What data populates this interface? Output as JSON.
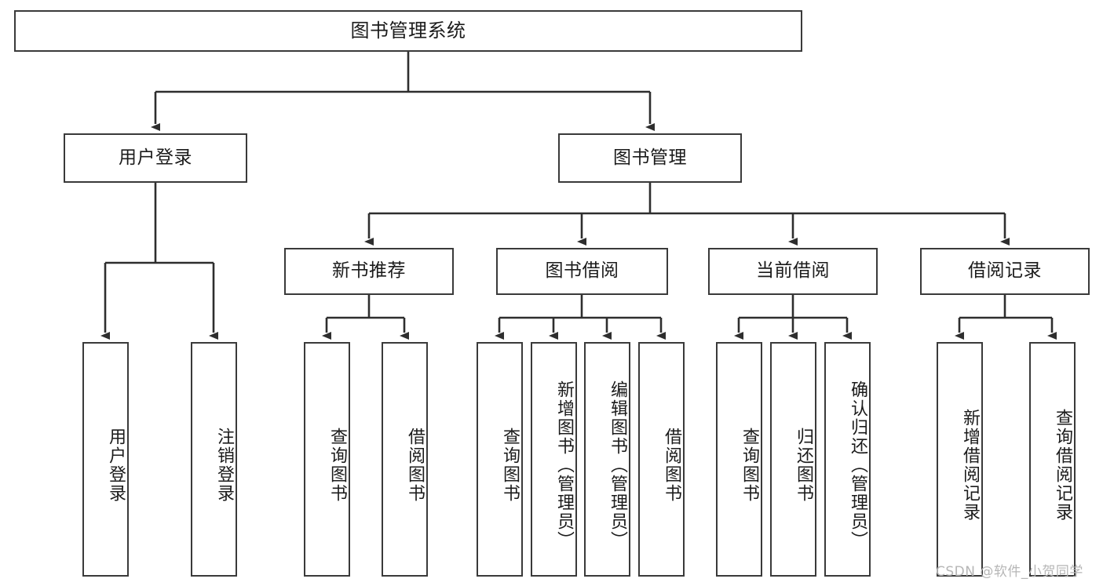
{
  "diagram": {
    "type": "tree-hierarchy-chart",
    "title": "图书管理系统",
    "line_color": "#3a3a3a",
    "box_fill": "#ffffff",
    "text_color": "#1b1b1b",
    "root": {
      "label": "图书管理系统"
    },
    "level2": [
      {
        "label": "用户登录"
      },
      {
        "label": "图书管理"
      }
    ],
    "level3": [
      {
        "label": "新书推荐"
      },
      {
        "label": "图书借阅"
      },
      {
        "label": "当前借阅"
      },
      {
        "label": "借阅记录"
      }
    ],
    "leaves": {
      "user_login": [
        {
          "label": "用户登录"
        },
        {
          "label": "注销登录"
        }
      ],
      "new_book_recommend": [
        {
          "label": "查询图书"
        },
        {
          "label": "借阅图书"
        }
      ],
      "book_borrow": [
        {
          "label": "查询图书"
        },
        {
          "label": "新增图书（管理员）"
        },
        {
          "label": "编辑图书（管理员）"
        },
        {
          "label": "借阅图书"
        }
      ],
      "current_borrow": [
        {
          "label": "查询图书"
        },
        {
          "label": "归还图书"
        },
        {
          "label": "确认归还（管理员）"
        }
      ],
      "borrow_record": [
        {
          "label": "新增借阅记录"
        },
        {
          "label": "查询借阅记录"
        }
      ]
    }
  },
  "watermark": {
    "text": "CSDN @软件_小贺同学",
    "color": "#b6b6b6"
  }
}
